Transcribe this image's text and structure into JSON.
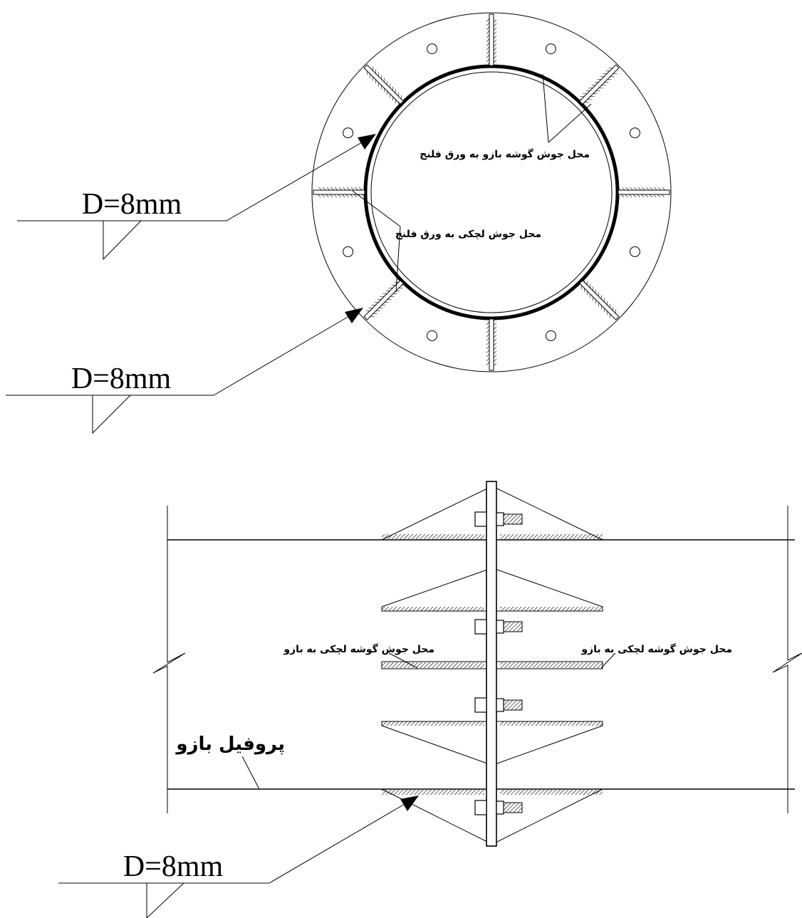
{
  "plan_view": {
    "label_gusset_weld_to_flange": "محل جوش گوشه بازو به ورق فلنج",
    "label_tube_weld_to_flange": "محل جوش لچکی به ورق فلنج",
    "weld_size_upper": "D=8mm",
    "weld_size_lower": "D=8mm"
  },
  "elevation_view": {
    "label_weld_left": "محل جوش گوشه لچکی به بازو",
    "label_weld_right": "محل جوش گوشه لچکی به بازو",
    "label_arm_profile": "پروفیل بازو",
    "weld_size": "D=8mm"
  }
}
